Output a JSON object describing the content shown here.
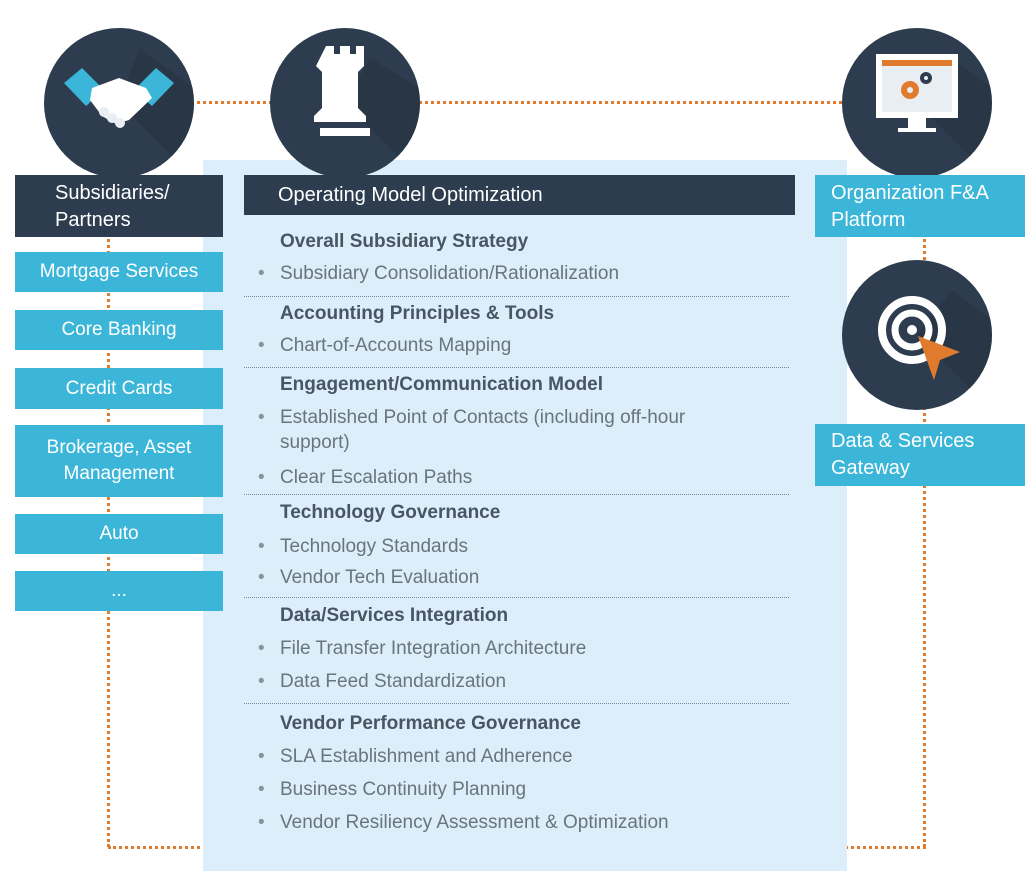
{
  "left_column": {
    "header": "Subsidiaries/\nPartners",
    "header_line1": "Subsidiaries/",
    "header_line2": "Partners",
    "items": [
      "Mortgage Services",
      "Core Banking",
      "Credit Cards",
      "Brokerage, Asset Management",
      "Auto",
      "..."
    ],
    "brokerage_line1": "Brokerage, Asset",
    "brokerage_line2": "Management"
  },
  "center": {
    "header": "Operating Model Optimization",
    "sections": [
      {
        "title": "Overall Subsidiary Strategy",
        "bullets": [
          "Subsidiary Consolidation/Rationalization"
        ]
      },
      {
        "title": "Accounting Principles & Tools",
        "bullets": [
          "Chart-of-Accounts Mapping"
        ]
      },
      {
        "title": "Engagement/Communication Model",
        "bullets": [
          "Established Point of Contacts (including off-hour support)",
          "Clear Escalation Paths"
        ]
      },
      {
        "title": "Technology Governance",
        "bullets": [
          "Technology Standards",
          "Vendor Tech Evaluation"
        ]
      },
      {
        "title": "Data/Services Integration",
        "bullets": [
          "File Transfer Integration Architecture",
          "Data Feed Standardization"
        ]
      },
      {
        "title": "Vendor Performance Governance",
        "bullets": [
          "SLA Establishment and Adherence",
          "Business Continuity Planning",
          "Vendor Resiliency Assessment & Optimization"
        ]
      }
    ],
    "bullet_2_0_line1": "Established Point of Contacts (including off-hour",
    "bullet_2_0_line2": "support)"
  },
  "right_column": {
    "platform_line1": "Organization F&A",
    "platform_line2": "Platform",
    "gateway_line1": "Data & Services",
    "gateway_line2": "Gateway"
  },
  "icons": [
    "handshake-icon",
    "chess-rook-icon",
    "monitor-gears-icon",
    "target-cursor-icon"
  ],
  "colors": {
    "dark": "#2d3d4f",
    "accent_blue": "#3bb5d8",
    "panel_bg": "#dbeef9",
    "connector": "#e07b2e"
  }
}
